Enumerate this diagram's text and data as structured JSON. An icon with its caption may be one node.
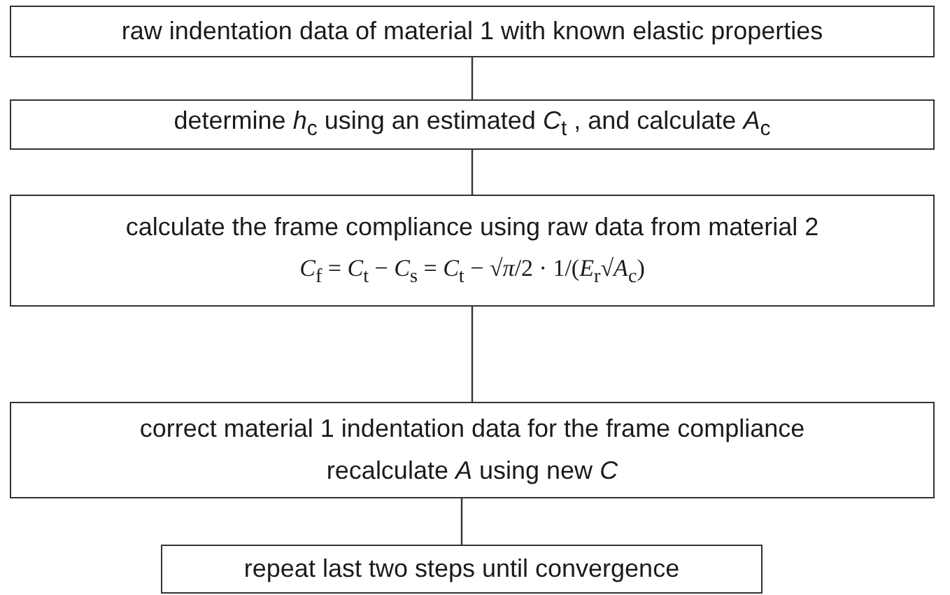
{
  "diagram": {
    "nodes": [
      {
        "text": [
          "raw indentation data of material 1 with known elastic properties"
        ]
      },
      {
        "text": [
          "determine *h*$_{c}$ using an estimated *C*$_{t}$ , and calculate *A*$_{c}$"
        ]
      },
      {
        "text": [
          "calculate the frame compliance using raw data from material 2",
          "*C*$_{f}$ = *C*$_{t}$ − *C*$_{s}$ = *C*$_{t}$ − √*π*/2 · 1/(*E*$_{r}$√*A*$_{c}$)"
        ]
      },
      {
        "text": [
          "correct material 1 indentation data for the frame compliance",
          "recalculate *A* using new *C*"
        ]
      },
      {
        "text": [
          "repeat last two steps until convergence"
        ]
      }
    ],
    "edges": [
      {
        "from": 0,
        "to": 1,
        "arrow": "none"
      },
      {
        "from": 1,
        "to": 2,
        "arrow": "none"
      },
      {
        "from": 2,
        "to": 3,
        "arrow": "none"
      },
      {
        "from": 3,
        "to": 4,
        "arrow": "none"
      }
    ]
  }
}
